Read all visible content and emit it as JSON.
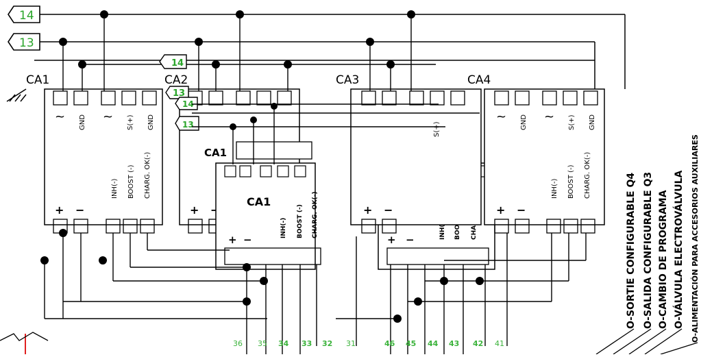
{
  "title": "",
  "tags": {
    "top": "14",
    "second": "13"
  },
  "modules": {
    "ca1": "CA1",
    "ca2": "CA2",
    "ca3": "CA3",
    "ca4": "CA4"
  },
  "mini_tags": {
    "a": "14",
    "b": "13",
    "c": "14",
    "d": "13"
  },
  "terminals": {
    "ac": "~",
    "gnd": "GND",
    "splus": "S(+)",
    "plus": "+",
    "minus": "−",
    "inh": "INH(-)",
    "boost": "BOOST (-)",
    "charg": "CHARG. OK(-)"
  },
  "bottom_numbers": [
    "36",
    "35",
    "34",
    "33",
    "32",
    "31",
    "46",
    "45",
    "44",
    "43",
    "42",
    "41"
  ],
  "right_labels": [
    "O-SORTIE CONFIGURABLE Q4",
    "O-SALIDA CONFIGURABLE Q3",
    "O-CAMBIO DE PROGRAMA",
    "O-VÁLVULA ELECTROVÁLVULA",
    "O-ALIMENTACIÓN PARA ACCESORIOS AUXILIARES"
  ],
  "colors": {
    "line": "#000000",
    "tag_green": "#2aa52a",
    "number_green": "#3cb33c",
    "alert_red": "#e02020"
  }
}
